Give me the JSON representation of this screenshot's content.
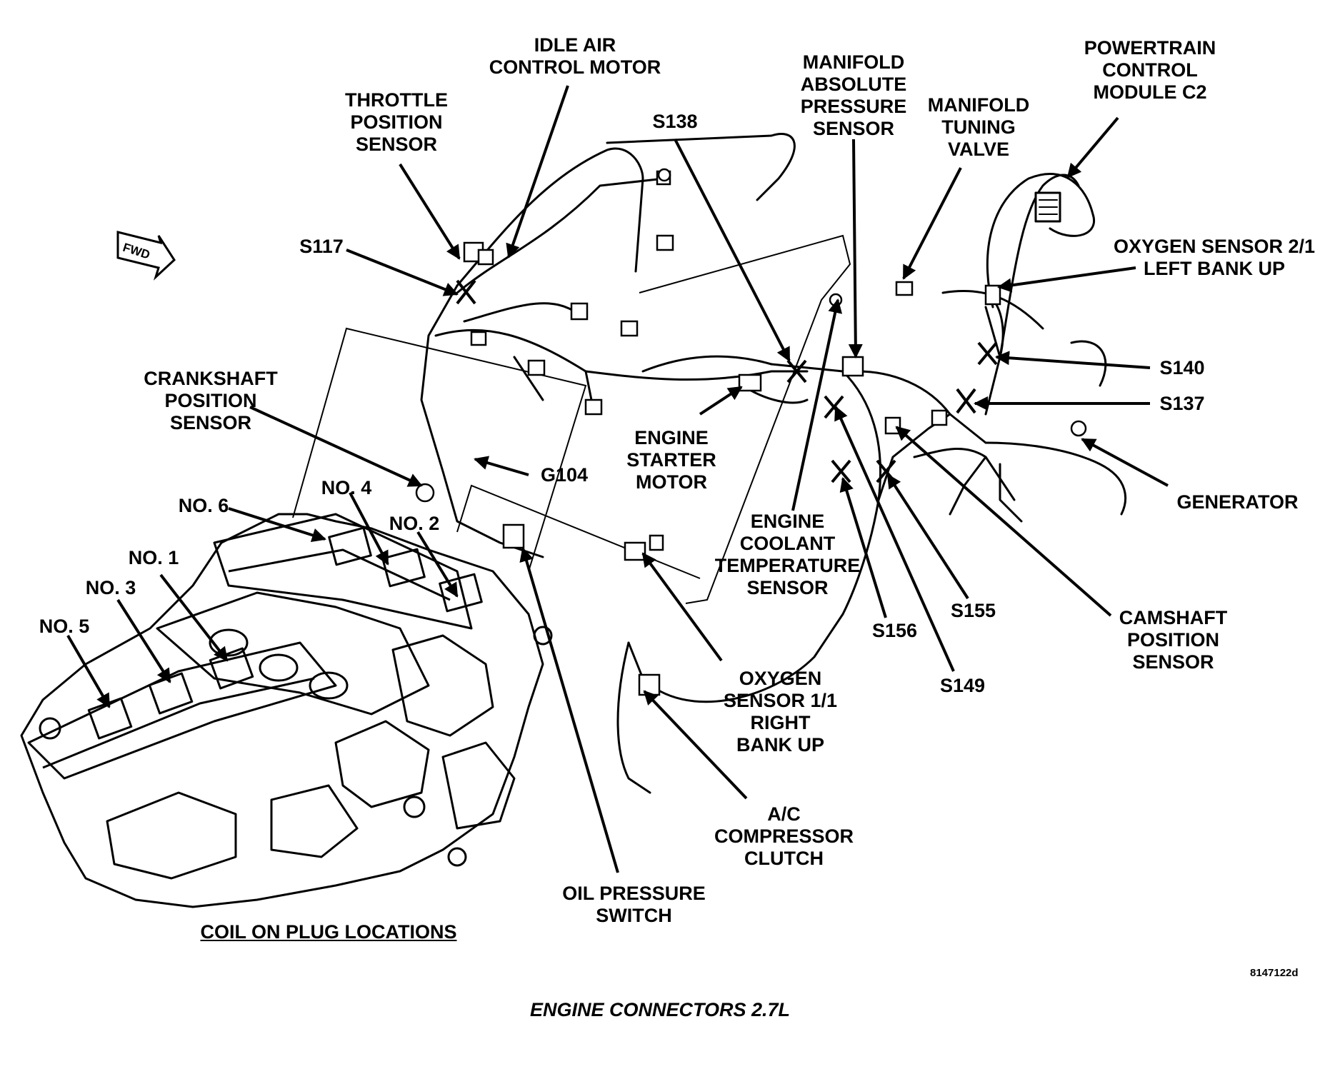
{
  "caption": "ENGINE CONNECTORS 2.7L",
  "figure_id": "8147122d",
  "fwd": "FWD",
  "coil_heading": "COIL ON PLUG LOCATIONS",
  "labels": {
    "idle_air_control_motor": "IDLE AIR\nCONTROL MOTOR",
    "throttle_position_sensor": "THROTTLE\nPOSITION\nSENSOR",
    "s138": "S138",
    "map_sensor": "MANIFOLD\nABSOLUTE\nPRESSURE\nSENSOR",
    "manifold_tuning_valve": "MANIFOLD\nTUNING\nVALVE",
    "pcm_c2": "POWERTRAIN\nCONTROL\nMODULE C2",
    "o2_sensor_2_1": "OXYGEN SENSOR 2/1\nLEFT BANK UP",
    "s117": "S117",
    "s140": "S140",
    "s137": "S137",
    "crankshaft_position_sensor": "CRANKSHAFT\nPOSITION\nSENSOR",
    "engine_starter_motor": "ENGINE\nSTARTER\nMOTOR",
    "g104": "G104",
    "generator": "GENERATOR",
    "no6": "NO. 6",
    "no4": "NO. 4",
    "no2": "NO. 2",
    "no1": "NO. 1",
    "no3": "NO. 3",
    "no5": "NO. 5",
    "ect_sensor": "ENGINE\nCOOLANT\nTEMPERATURE\nSENSOR",
    "s155": "S155",
    "s156": "S156",
    "s149": "S149",
    "camshaft_position_sensor": "CAMSHAFT\nPOSITION\nSENSOR",
    "o2_sensor_1_1": "OXYGEN\nSENSOR 1/1\nRIGHT\nBANK UP",
    "ac_compressor_clutch": "A/C\nCOMPRESSOR\nCLUTCH",
    "oil_pressure_switch": "OIL PRESSURE\nSWITCH"
  }
}
